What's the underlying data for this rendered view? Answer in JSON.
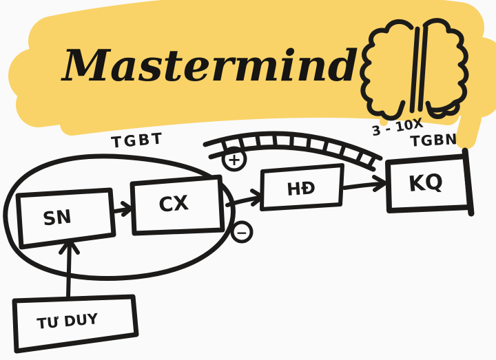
{
  "colors": {
    "background": "#FAFAFB",
    "highlighter_yellow": "#F9D368",
    "ink": "#1C1B1A"
  },
  "banner": {
    "title": "Mastermind",
    "brain_icon": "brain-icon"
  },
  "labels": {
    "oval_caption": "TGBT",
    "multiplier": "3 - 10X",
    "outer_caption": "TGBN",
    "plus": "+",
    "minus": "−"
  },
  "nodes": {
    "sn": "SN",
    "cx": "CX",
    "hd": "HĐ",
    "kq": "KQ",
    "tu_duy": "TƯ DUY"
  }
}
